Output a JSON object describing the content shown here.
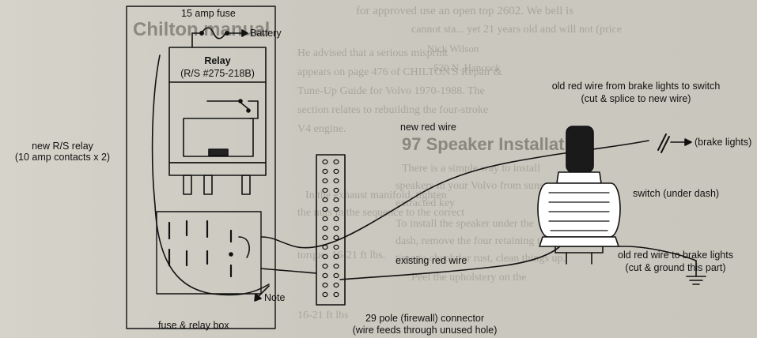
{
  "labels": {
    "fuse": "15 amp fuse",
    "battery": "Battery",
    "relay_title": "Relay",
    "relay_part": "(R/S #275-218B)",
    "new_relay_1": "new R/S relay",
    "new_relay_2": "(10 amp contacts x 2)",
    "old_red_top_1": "old red wire from brake lights to switch",
    "old_red_top_2": "(cut & splice to new wire)",
    "new_red_wire": "new red wire",
    "brake_lights": "(brake lights)",
    "switch": "switch (under dash)",
    "existing_red_wire": "existing red wire",
    "old_red_bottom_1": "old red wire to brake lights",
    "old_red_bottom_2": "(cut & ground this part)",
    "note": "Note",
    "fuse_box": "fuse & relay box",
    "connector_1": "29 pole (firewall) connector",
    "connector_2": "(wire feeds through unused hole)"
  },
  "background_text": {
    "line_1": "for approved use an open top 2602. We bell is",
    "line_2": "cannot sta... yet 21 years old and will not (price",
    "line_3": "Chilton manual",
    "line_4": "Nick Wilson",
    "line_5": "He advised that a serious misprint",
    "line_6": "520 N. Hancock",
    "line_7": "appears on page 476 of CHILTON'S Repair &",
    "line_8": "Tune-Up Guide for Volvo 1970-1988. The",
    "line_9": "section relates to rebuilding the four-stroke",
    "line_10": "V4 engine.",
    "heading_speaker": "97 Speaker Installation",
    "line_11": "There is a simple way to install",
    "line_12": "speakers in your Volvo from sunset to the car",
    "line_13": "extracted key",
    "line_14": "To install the speaker under the",
    "line_15": "dash, remove the four retaining tabs on the",
    "line_16": "time to check for rust, clean things up.",
    "line_17": "Peel the upholstery on the",
    "line_18": "In the exhaust manifold, tighten",
    "line_19": "the nuts in the sequence to the correct",
    "line_20": "torque: 16-21 ft lbs.",
    "line_21": "16-21 ft lbs"
  }
}
